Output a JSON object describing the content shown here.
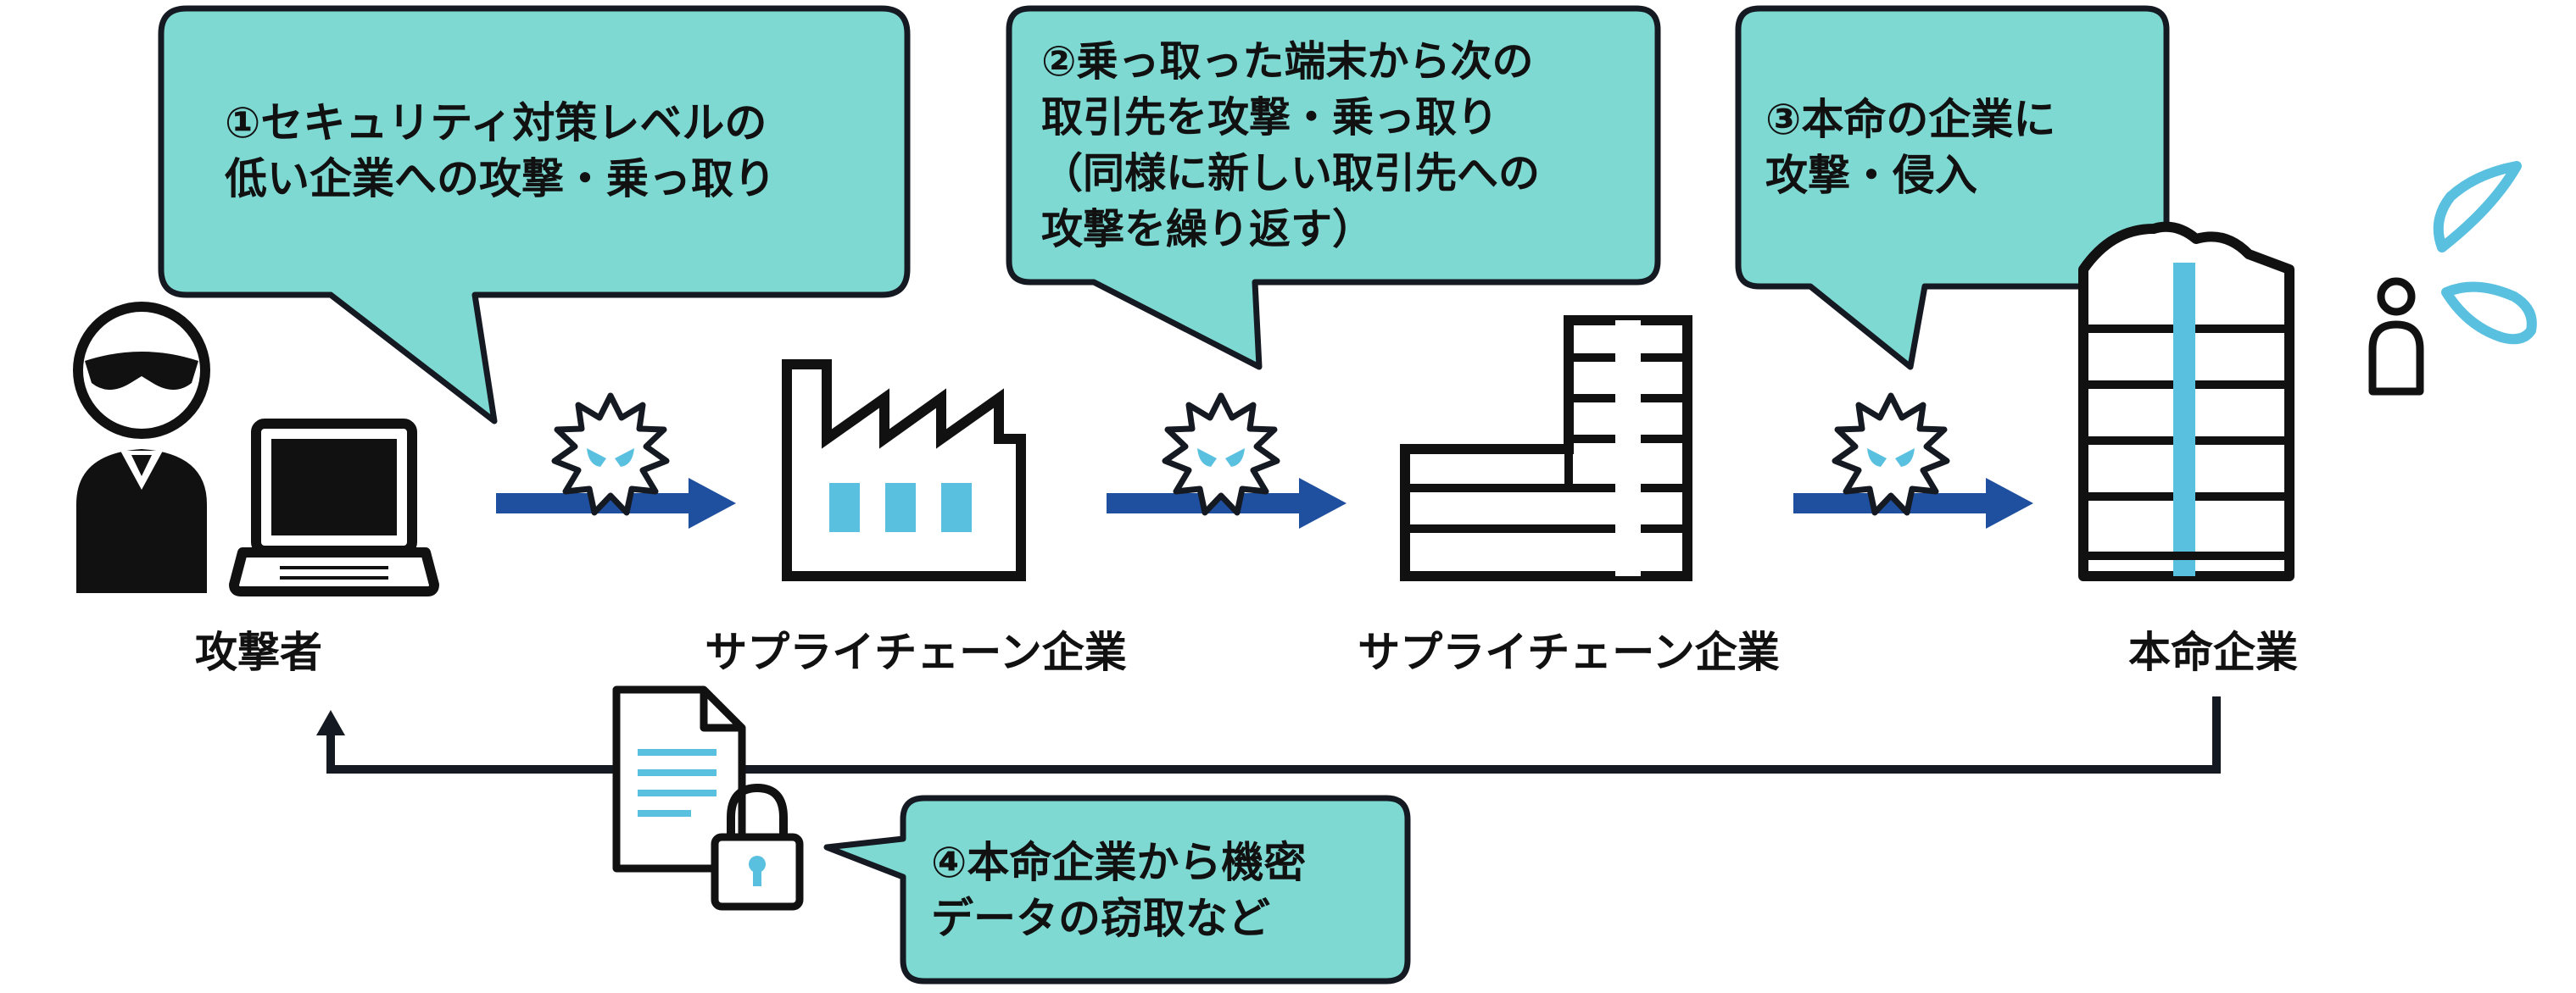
{
  "callouts": {
    "step1": "①セキュリティ対策レベルの\n低い企業への攻撃・乗っ取り",
    "step2": "②乗っ取った端末から次の\n取引先を攻撃・乗っ取り\n（同様に新しい取引先への\n攻撃を繰り返す）",
    "step3": "③本命の企業に\n攻撃・侵入",
    "step4": "④本命企業から機密\nデータの窃取など"
  },
  "labels": {
    "attacker": "攻撃者",
    "supply_chain_1": "サプライチェーン企業",
    "supply_chain_2": "サプライチェーン企業",
    "target_company": "本命企業"
  },
  "colors": {
    "callout_fill": "#7fd9d3",
    "outline": "#151a22",
    "arrow_blue": "#1f4f9f",
    "accent_cyan": "#5ac0e0",
    "return_line": "#151a22"
  },
  "icons": [
    "hacker-icon",
    "laptop-icon",
    "virus-icon",
    "factory-icon",
    "building-icon",
    "skyscraper-icon",
    "document-icon",
    "lock-icon",
    "victim-icon",
    "sweat-drops-icon"
  ]
}
